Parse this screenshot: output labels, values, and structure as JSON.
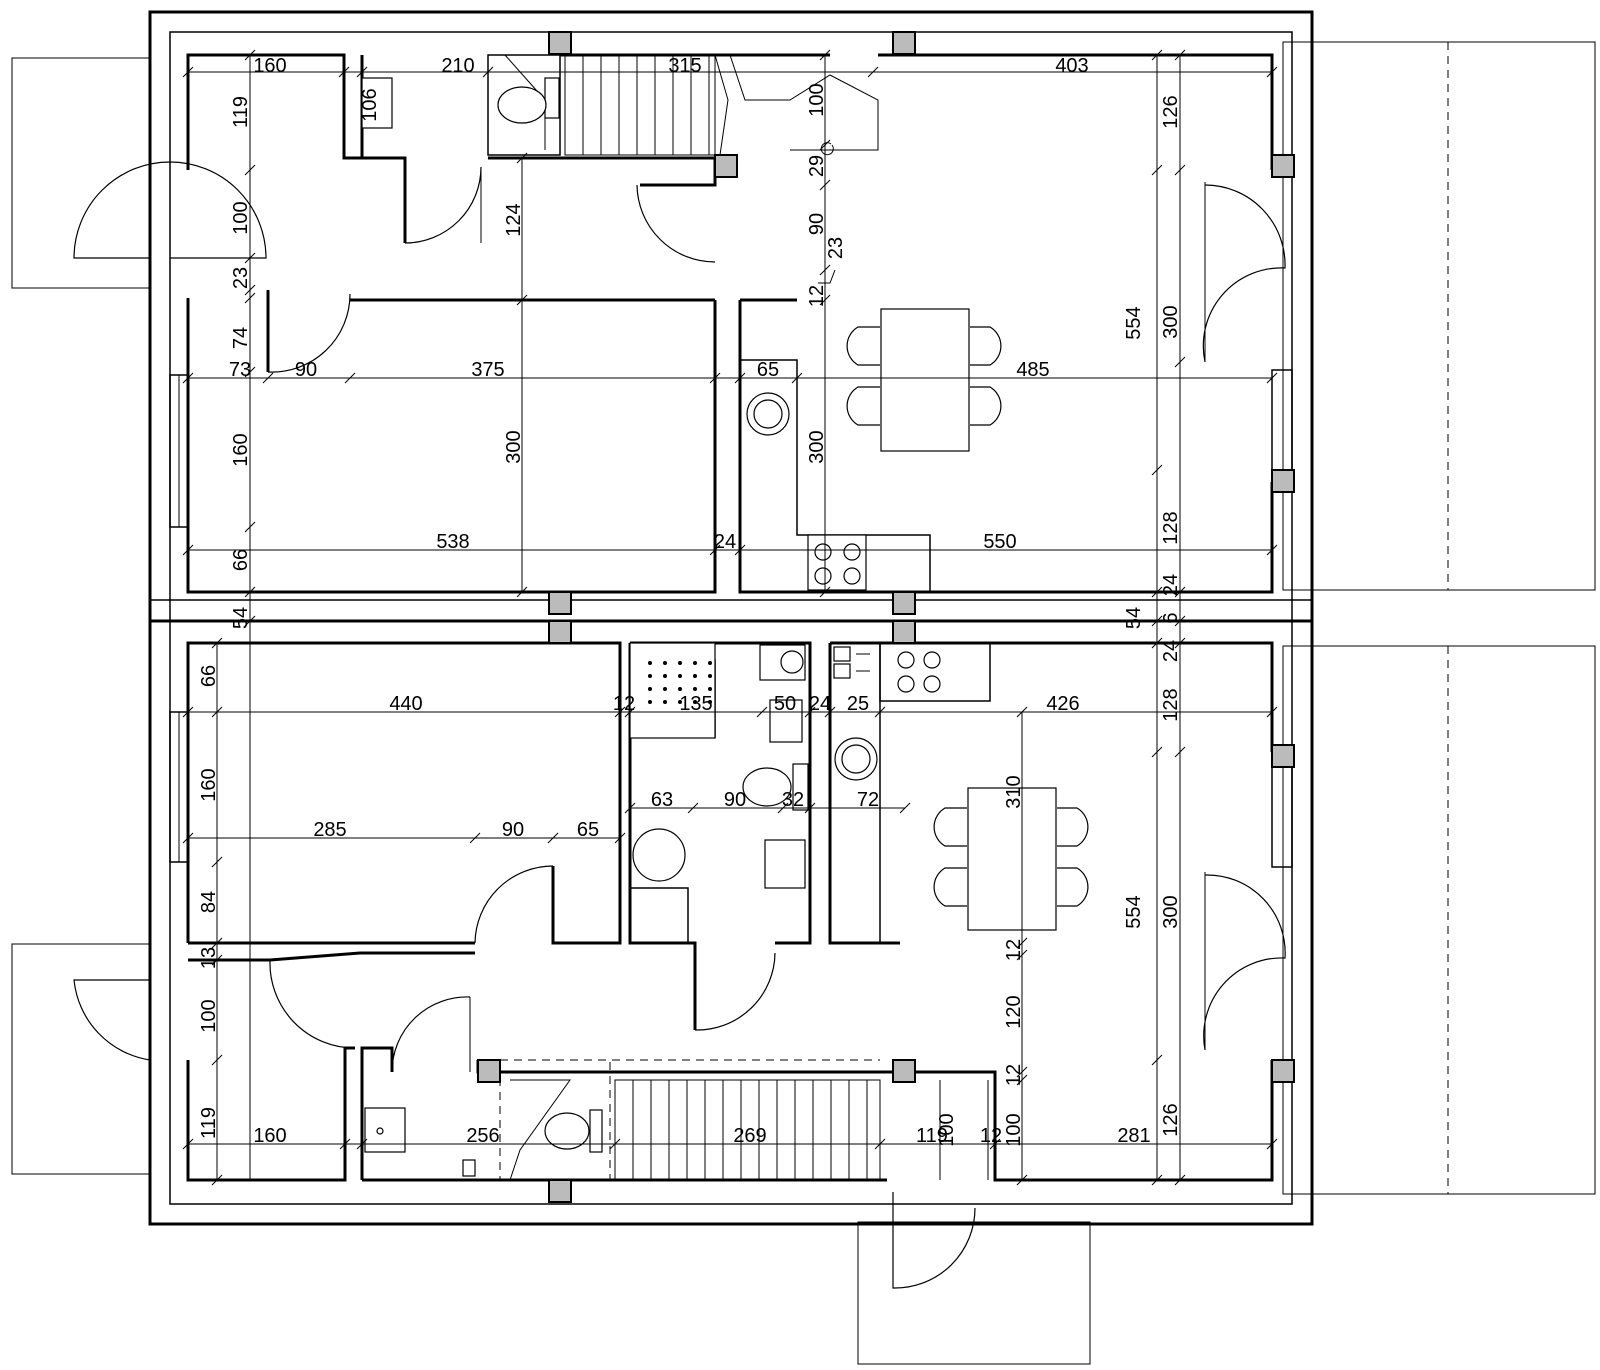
{
  "plan": {
    "dims_h": [
      {
        "id": "t160",
        "text": "160"
      },
      {
        "id": "t210",
        "text": "210"
      },
      {
        "id": "t315",
        "text": "315"
      },
      {
        "id": "t403",
        "text": "403"
      },
      {
        "id": "r73",
        "text": "73"
      },
      {
        "id": "r90",
        "text": "90"
      },
      {
        "id": "r375",
        "text": "375"
      },
      {
        "id": "r65",
        "text": "65"
      },
      {
        "id": "r485",
        "text": "485"
      },
      {
        "id": "r538",
        "text": "538"
      },
      {
        "id": "r24",
        "text": "24"
      },
      {
        "id": "r550",
        "text": "550"
      },
      {
        "id": "b440",
        "text": "440"
      },
      {
        "id": "b12",
        "text": "12"
      },
      {
        "id": "b135",
        "text": "135"
      },
      {
        "id": "b50",
        "text": "50"
      },
      {
        "id": "b24",
        "text": "24"
      },
      {
        "id": "b25",
        "text": "25"
      },
      {
        "id": "b426",
        "text": "426"
      },
      {
        "id": "b63",
        "text": "63"
      },
      {
        "id": "b90a",
        "text": "90"
      },
      {
        "id": "b32",
        "text": "32"
      },
      {
        "id": "b72",
        "text": "72"
      },
      {
        "id": "b285",
        "text": "285"
      },
      {
        "id": "b90b",
        "text": "90"
      },
      {
        "id": "b65",
        "text": "65"
      },
      {
        "id": "f160",
        "text": "160"
      },
      {
        "id": "f256",
        "text": "256"
      },
      {
        "id": "f269",
        "text": "269"
      },
      {
        "id": "f119",
        "text": "119"
      },
      {
        "id": "f12",
        "text": "12"
      },
      {
        "id": "f281",
        "text": "281"
      }
    ],
    "dims_v": [
      {
        "id": "l119",
        "text": "119"
      },
      {
        "id": "l106",
        "text": "106"
      },
      {
        "id": "l100",
        "text": "100"
      },
      {
        "id": "l23",
        "text": "23"
      },
      {
        "id": "l74",
        "text": "74"
      },
      {
        "id": "l160",
        "text": "160"
      },
      {
        "id": "l66",
        "text": "66"
      },
      {
        "id": "l54",
        "text": "54"
      },
      {
        "id": "m124",
        "text": "124"
      },
      {
        "id": "m300",
        "text": "300"
      },
      {
        "id": "c100",
        "text": "100"
      },
      {
        "id": "c29",
        "text": "29"
      },
      {
        "id": "c90",
        "text": "90"
      },
      {
        "id": "c23",
        "text": "23"
      },
      {
        "id": "c12",
        "text": "12"
      },
      {
        "id": "c300",
        "text": "300"
      },
      {
        "id": "e554",
        "text": "554"
      },
      {
        "id": "e126",
        "text": "126"
      },
      {
        "id": "e300",
        "text": "300"
      },
      {
        "id": "e128",
        "text": "128"
      },
      {
        "id": "e24",
        "text": "24"
      },
      {
        "id": "e54",
        "text": "54"
      },
      {
        "id": "e6",
        "text": "6"
      },
      {
        "id": "e24b",
        "text": "24"
      },
      {
        "id": "e128b",
        "text": "128"
      },
      {
        "id": "lb66",
        "text": "66"
      },
      {
        "id": "lb160",
        "text": "160"
      },
      {
        "id": "lb84",
        "text": "84"
      },
      {
        "id": "lb13",
        "text": "13"
      },
      {
        "id": "lb100",
        "text": "100"
      },
      {
        "id": "lb119",
        "text": "119"
      },
      {
        "id": "k310",
        "text": "310"
      },
      {
        "id": "e554b",
        "text": "554"
      },
      {
        "id": "e300b",
        "text": "300"
      },
      {
        "id": "k12a",
        "text": "12"
      },
      {
        "id": "k120",
        "text": "120"
      },
      {
        "id": "k12b",
        "text": "12"
      },
      {
        "id": "k100a",
        "text": "100"
      },
      {
        "id": "k100b",
        "text": "100"
      },
      {
        "id": "e126b",
        "text": "126"
      }
    ]
  }
}
